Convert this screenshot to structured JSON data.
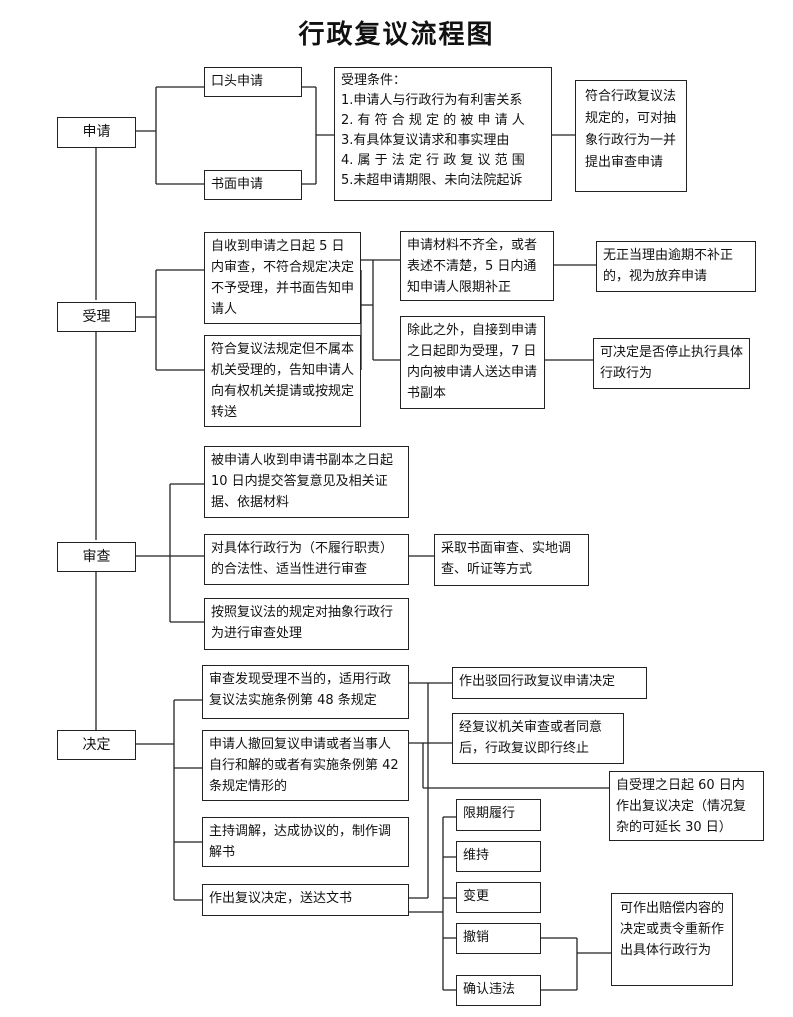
{
  "title": "行政复议流程图",
  "stages": {
    "apply": "申请",
    "accept": "受理",
    "review": "审查",
    "decide": "决定"
  },
  "apply": {
    "oral": "口头申请",
    "written": "书面申请",
    "conditions": [
      "受理条件：",
      "1.申请人与行政行为有利害关系",
      "2. 有 符 合 规 定 的 被 申 请 人",
      "3.有具体复议请求和事实理由",
      "4. 属 于 法 定 行 政 复 议 范 围",
      "5.未超申请期限、未向法院起诉"
    ],
    "abstract_review": "符合行政复议法规定的，可对抽象行政行为一并提出审查申请"
  },
  "accept": {
    "five_days": "自收到申请之日起 5 日内审查，不符合规定决定不予受理，并书面告知申请人",
    "transfer": "符合复议法规定但不属本机关受理的，告知申请人向有权机关提请或按规定转送",
    "incomplete": "申请材料不齐全，或者表述不清楚，5 日内通知申请人限期补正",
    "abandon": "无正当理由逾期不补正的，视为放弃申请",
    "otherwise": "除此之外，自接到申请之日起即为受理，7 日内向被申请人送达申请书副本",
    "suspend": "可决定是否停止执行具体行政行为"
  },
  "review": {
    "respondent": "被申请人收到申请书副本之日起 10 日内提交答复意见及相关证据、依据材料",
    "legality": "对具体行政行为（不履行职责）的合法性、适当性进行审查",
    "methods": "采取书面审查、实地调查、听证等方式",
    "abstract": "按照复议法的规定对抽象行政行为进行审查处理"
  },
  "decide": {
    "improper": "审查发现受理不当的，适用行政复议法实施条例第 48 条规定",
    "reject": "作出驳回行政复议申请决定",
    "withdraw": "申请人撤回复议申请或者当事人自行和解的或者有实施条例第 42 条规定情形的",
    "terminate": "经复议机关审查或者同意后，行政复议即行终止",
    "deadline": "自受理之日起 60 日内作出复议决定（情况复杂的可延长 30 日）",
    "mediate": "主持调解，达成协议的，制作调解书",
    "issue": "作出复议决定，送达文书",
    "outcomes": [
      "限期履行",
      "维持",
      "变更",
      "撤销",
      "确认违法"
    ],
    "compensation": "可作出赔偿内容的决定或责令重新作出具体行政行为"
  }
}
